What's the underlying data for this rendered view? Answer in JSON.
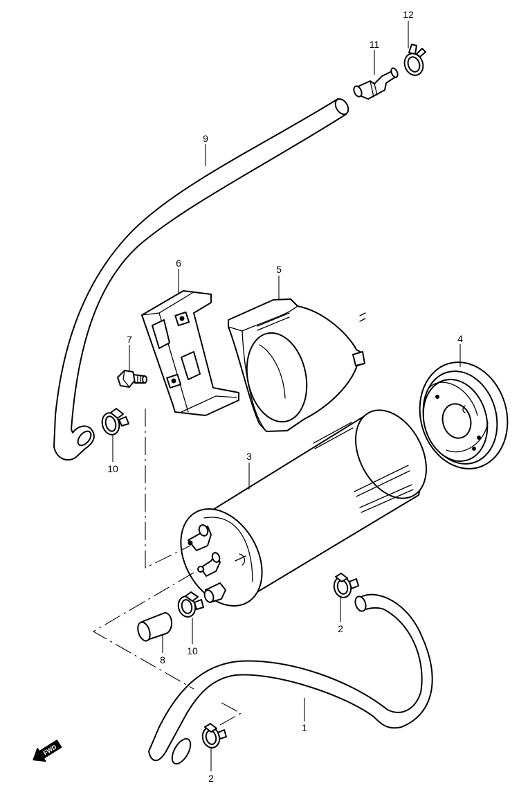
{
  "diagram": {
    "callouts": {
      "c1": "1",
      "c2a": "2",
      "c2b": "2",
      "c3": "3",
      "c4": "4",
      "c5": "5",
      "c6": "6",
      "c7": "7",
      "c8": "8",
      "c9": "9",
      "c10a": "10",
      "c10b": "10",
      "c11": "11",
      "c12": "12"
    },
    "direction_badge": "FWD"
  }
}
